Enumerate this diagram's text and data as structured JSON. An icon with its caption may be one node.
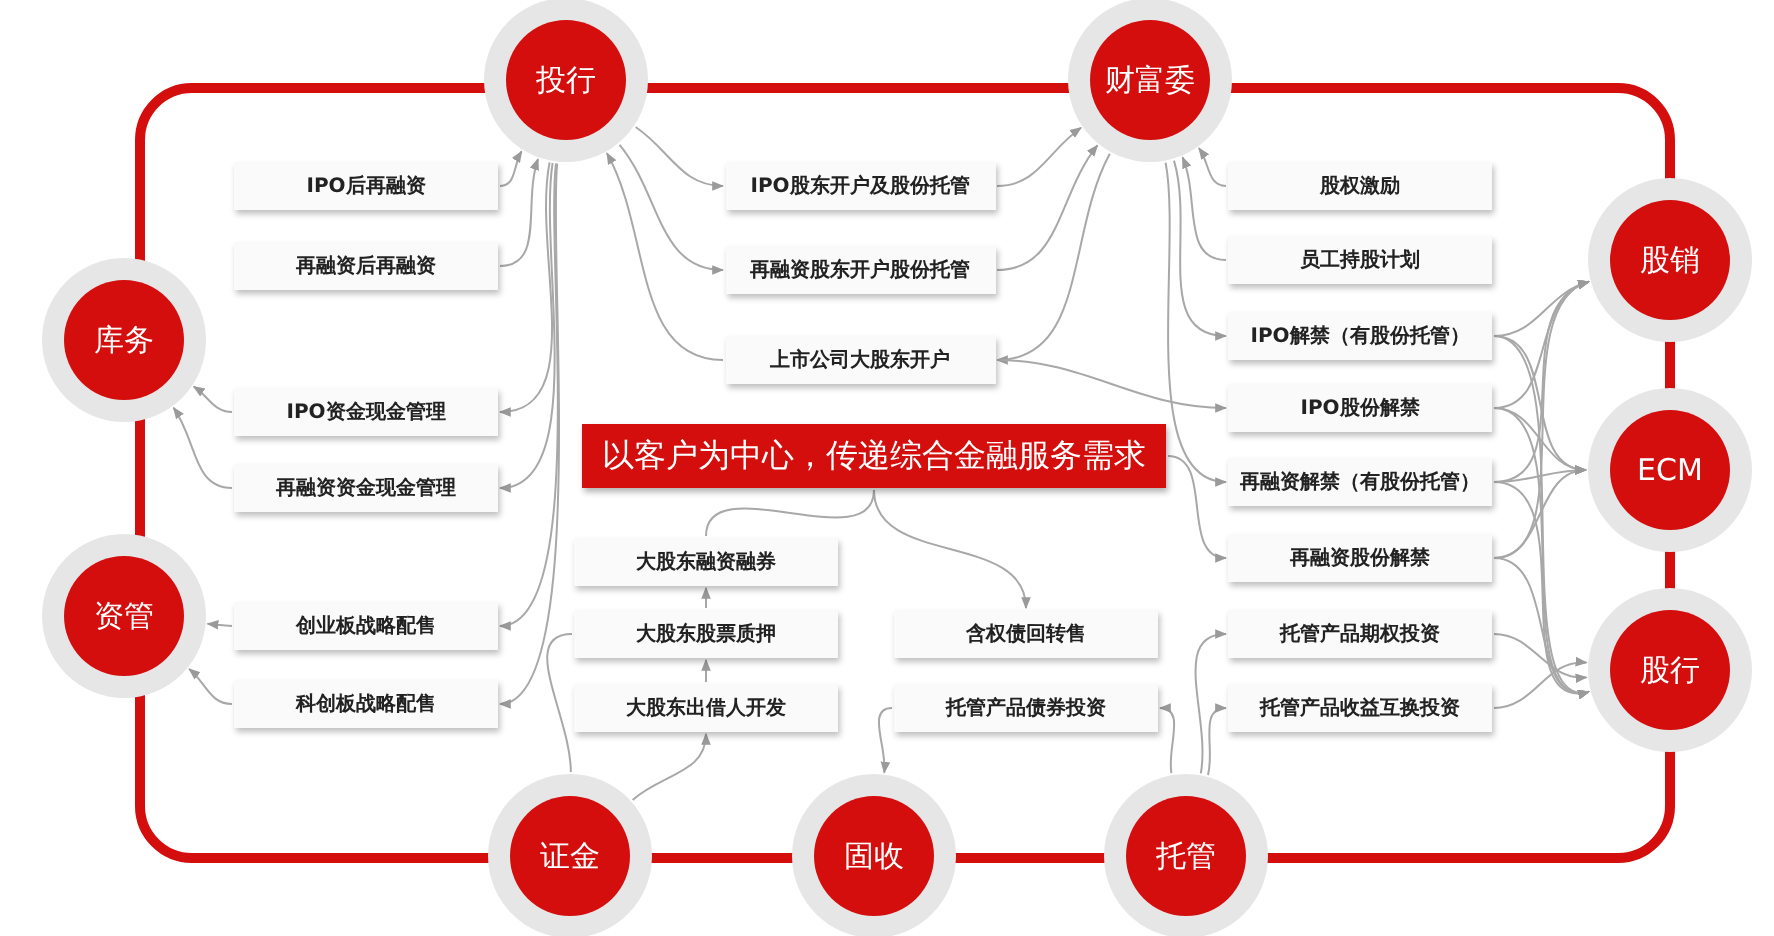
{
  "diagram": {
    "nodes": [
      {
        "text": [
          "投行"
        ]
      },
      {
        "text": [
          "财富委"
        ]
      },
      {
        "text": [
          "库务"
        ]
      },
      {
        "text": [
          "股销"
        ]
      },
      {
        "text": [
          "ECM"
        ]
      },
      {
        "text": [
          "资管"
        ]
      },
      {
        "text": [
          "股行"
        ]
      },
      {
        "text": [
          "证金"
        ]
      },
      {
        "text": [
          "固收"
        ]
      },
      {
        "text": [
          "托管"
        ]
      },
      {
        "text": [
          "IPO后再融资"
        ]
      },
      {
        "text": [
          "再融资后再融资"
        ]
      },
      {
        "text": [
          "IPO资金现金管理"
        ]
      },
      {
        "text": [
          "再融资资金现金管理"
        ]
      },
      {
        "text": [
          "创业板战略配售"
        ]
      },
      {
        "text": [
          "科创板战略配售"
        ]
      },
      {
        "text": [
          "IPO股东开户及股份托管"
        ]
      },
      {
        "text": [
          "再融资股东开户股份托管"
        ]
      },
      {
        "text": [
          "上市公司大股东开户"
        ]
      },
      {
        "text": [
          "以客户为中心，传递综合金融服务需求"
        ]
      },
      {
        "text": [
          "大股东融资融券"
        ]
      },
      {
        "text": [
          "大股东股票质押"
        ]
      },
      {
        "text": [
          "大股东出借人开发"
        ]
      },
      {
        "text": [
          "含权债回转售"
        ]
      },
      {
        "text": [
          "托管产品债券投资"
        ]
      },
      {
        "text": [
          "股权激励"
        ]
      },
      {
        "text": [
          "员工持股计划"
        ]
      },
      {
        "text": [
          "IPO解禁（有股份托管）"
        ]
      },
      {
        "text": [
          "IPO股份解禁"
        ]
      },
      {
        "text": [
          "再融资解禁（有股份托管）"
        ]
      },
      {
        "text": [
          "再融资股份解禁"
        ]
      },
      {
        "text": [
          "托管产品期权投资"
        ]
      },
      {
        "text": [
          "托管产品收益互换投资"
        ]
      }
    ],
    "edges": [
      {
        "from": 10,
        "to": 0,
        "arrow": "to"
      },
      {
        "from": 11,
        "to": 0,
        "arrow": "to"
      },
      {
        "from": 0,
        "to": 12,
        "arrow": "to"
      },
      {
        "from": 0,
        "to": 13,
        "arrow": "to"
      },
      {
        "from": 0,
        "to": 14,
        "arrow": "to"
      },
      {
        "from": 0,
        "to": 15,
        "arrow": "to"
      },
      {
        "from": 12,
        "to": 2,
        "arrow": "to"
      },
      {
        "from": 13,
        "to": 2,
        "arrow": "to"
      },
      {
        "from": 14,
        "to": 5,
        "arrow": "to"
      },
      {
        "from": 15,
        "to": 5,
        "arrow": "to"
      },
      {
        "from": 0,
        "to": 16,
        "arrow": "to"
      },
      {
        "from": 0,
        "to": 17,
        "arrow": "to"
      },
      {
        "from": 18,
        "to": 0,
        "arrow": "to"
      },
      {
        "from": 16,
        "to": 1,
        "arrow": "to"
      },
      {
        "from": 17,
        "to": 1,
        "arrow": "to"
      },
      {
        "from": 1,
        "to": 18,
        "arrow": "to"
      },
      {
        "from": 25,
        "to": 1,
        "arrow": "to"
      },
      {
        "from": 26,
        "to": 1,
        "arrow": "to"
      },
      {
        "from": 1,
        "to": 27,
        "arrow": "to"
      },
      {
        "from": 1,
        "to": 29,
        "arrow": "to"
      },
      {
        "from": 18,
        "to": 28,
        "arrow": "to"
      },
      {
        "from": 19,
        "to": 30,
        "arrow": "to"
      },
      {
        "from": 19,
        "to": 23,
        "arrow": "to"
      },
      {
        "from": 20,
        "to": 19,
        "arrow": "none"
      },
      {
        "from": 21,
        "to": 20,
        "arrow": "to"
      },
      {
        "from": 22,
        "to": 21,
        "arrow": "to"
      },
      {
        "from": 7,
        "to": 22,
        "arrow": "to"
      },
      {
        "from": 7,
        "to": 21,
        "arrow": "none"
      },
      {
        "from": 24,
        "to": 8,
        "arrow": "to"
      },
      {
        "from": 9,
        "to": 24,
        "arrow": "to"
      },
      {
        "from": 9,
        "to": 31,
        "arrow": "to"
      },
      {
        "from": 9,
        "to": 32,
        "arrow": "to"
      },
      {
        "from": 27,
        "to": 3,
        "arrow": "to"
      },
      {
        "from": 27,
        "to": 4,
        "arrow": "to"
      },
      {
        "from": 27,
        "to": 6,
        "arrow": "to"
      },
      {
        "from": 28,
        "to": 3,
        "arrow": "to"
      },
      {
        "from": 28,
        "to": 4,
        "arrow": "to"
      },
      {
        "from": 28,
        "to": 6,
        "arrow": "to"
      },
      {
        "from": 29,
        "to": 3,
        "arrow": "to"
      },
      {
        "from": 29,
        "to": 4,
        "arrow": "to"
      },
      {
        "from": 29,
        "to": 6,
        "arrow": "to"
      },
      {
        "from": 30,
        "to": 3,
        "arrow": "to"
      },
      {
        "from": 30,
        "to": 4,
        "arrow": "to"
      },
      {
        "from": 30,
        "to": 6,
        "arrow": "to"
      },
      {
        "from": 31,
        "to": 6,
        "arrow": "to"
      },
      {
        "from": 32,
        "to": 6,
        "arrow": "to"
      }
    ]
  }
}
